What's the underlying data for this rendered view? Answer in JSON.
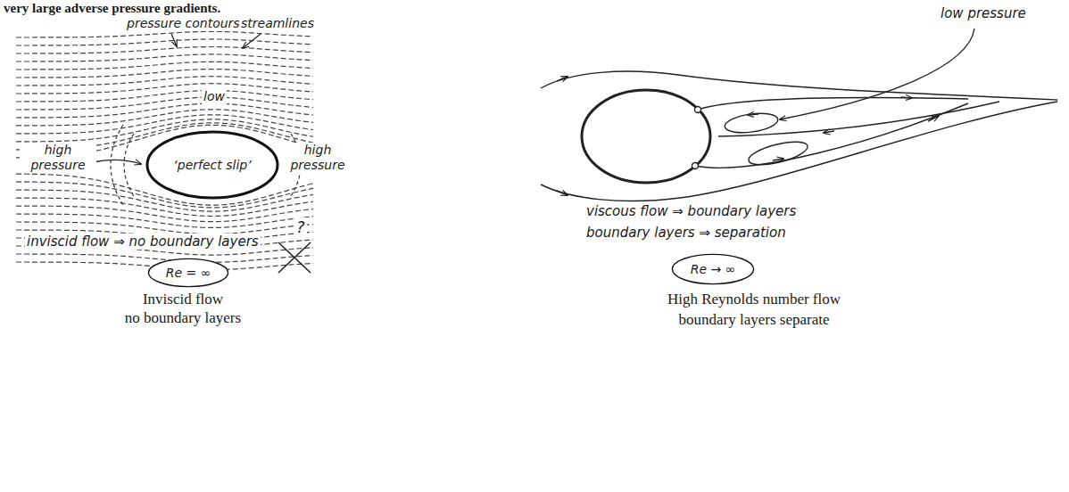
{
  "diagram": {
    "nodes": [
      {
        "text": [
          "‘perfect slip’"
        ]
      },
      {
        "text": [
          "Re = ∞"
        ]
      },
      {
        "text": [
          "Re → ∞"
        ]
      }
    ],
    "labels": [
      "very large adverse pressure gradients.",
      "pressure contours",
      "streamlines",
      "low",
      "high pressure",
      "high pressure",
      "inviscid flow ⇒ no boundary layers",
      "?",
      "Inviscid flow",
      "no boundary layers",
      "low pressure",
      "viscous flow ⇒ boundary layers",
      "boundary layers ⇒ separation",
      "High Reynolds number flow",
      "boundary layers separate"
    ]
  }
}
